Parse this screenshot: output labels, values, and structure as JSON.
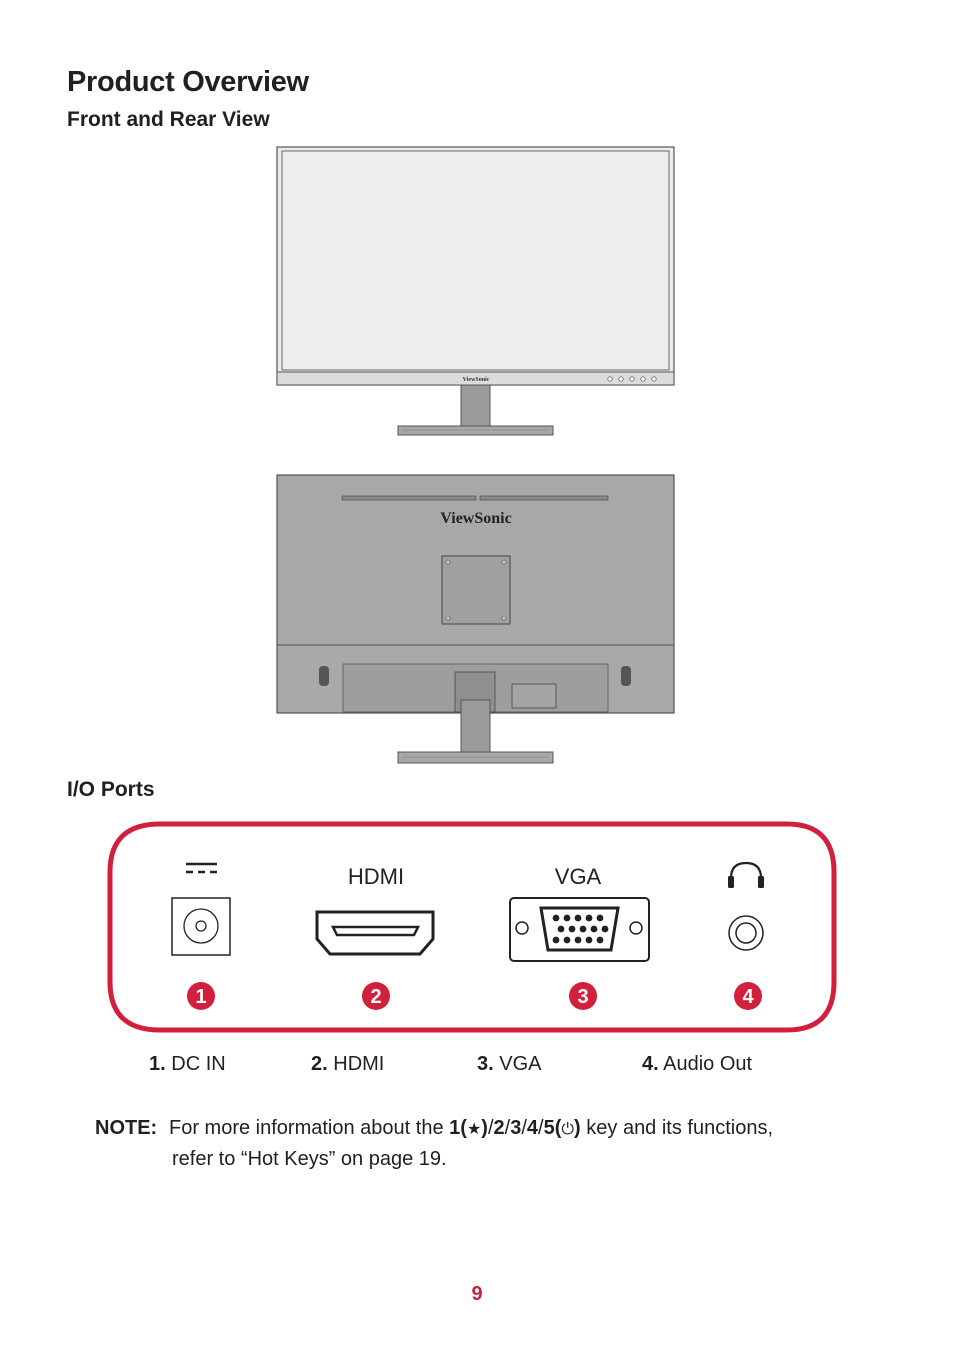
{
  "page": {
    "title": "Product Overview",
    "section_front_rear": "Front and Rear View",
    "section_io": "I/O Ports",
    "page_number": "9"
  },
  "monitor": {
    "front_brand": "ViewSonic",
    "rear_brand": "ViewSonic"
  },
  "io_panel": {
    "hdmi_text": "HDMI",
    "vga_text": "VGA",
    "markers": [
      "1",
      "2",
      "3",
      "4"
    ],
    "accent_color": "#d21f3c"
  },
  "ports": [
    {
      "num": "1.",
      "label": "DC IN"
    },
    {
      "num": "2.",
      "label": "HDMI"
    },
    {
      "num": "3.",
      "label": "VGA"
    },
    {
      "num": "4.",
      "label": "Audio Out"
    }
  ],
  "note": {
    "label": "NOTE:",
    "prefix": "For more information about the ",
    "k1": "1(",
    "star": "★",
    "k1_close": ")",
    "sep": "/",
    "k2": "2",
    "k3": "3",
    "k4": "4",
    "k5": "5(",
    "power": "⏻",
    "k5_close": ")",
    "suffix": " key and its functions,",
    "line2": "refer to “Hot Keys” on page 19."
  }
}
